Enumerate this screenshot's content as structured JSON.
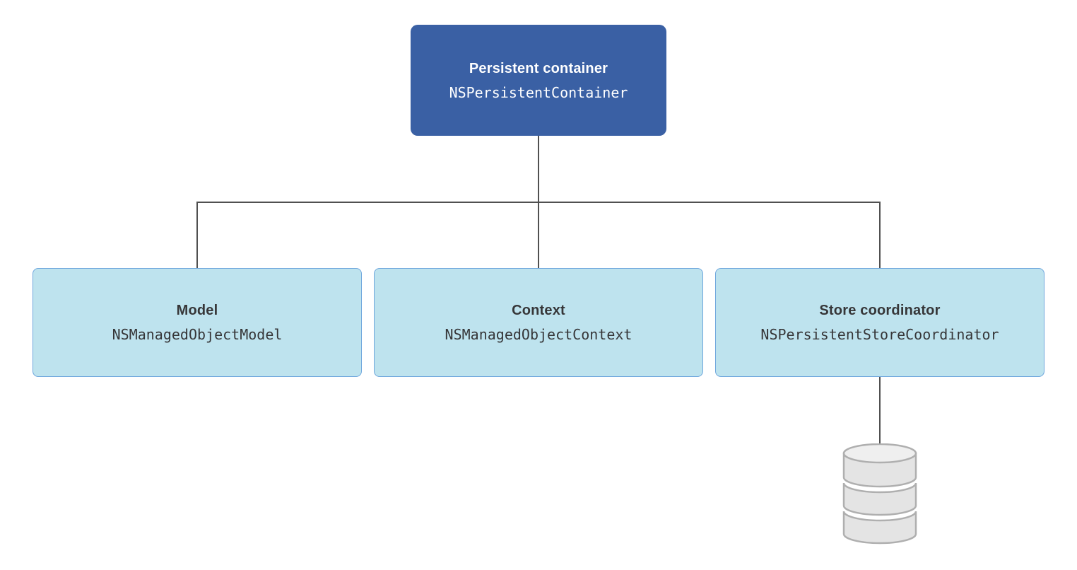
{
  "diagram": {
    "title_hint": "Core Data stack",
    "root": {
      "title": "Persistent container",
      "code": "NSPersistentContainer"
    },
    "children": [
      {
        "title": "Model",
        "code": "NSManagedObjectModel"
      },
      {
        "title": "Context",
        "code": "NSManagedObjectContext"
      },
      {
        "title": "Store coordinator",
        "code": "NSPersistentStoreCoordinator"
      }
    ],
    "icons": {
      "store": "database-cylinder-icon"
    },
    "colors": {
      "root_fill": "#3A60A4",
      "root_text": "#FFFFFF",
      "child_fill": "#BEE3EE",
      "child_border": "#6FA7DD",
      "child_text": "#363638",
      "connector": "#505050",
      "db_fill": "#E4E4E4",
      "db_top_fill": "#EFEFEF",
      "db_stroke": "#AFAFAF"
    }
  }
}
